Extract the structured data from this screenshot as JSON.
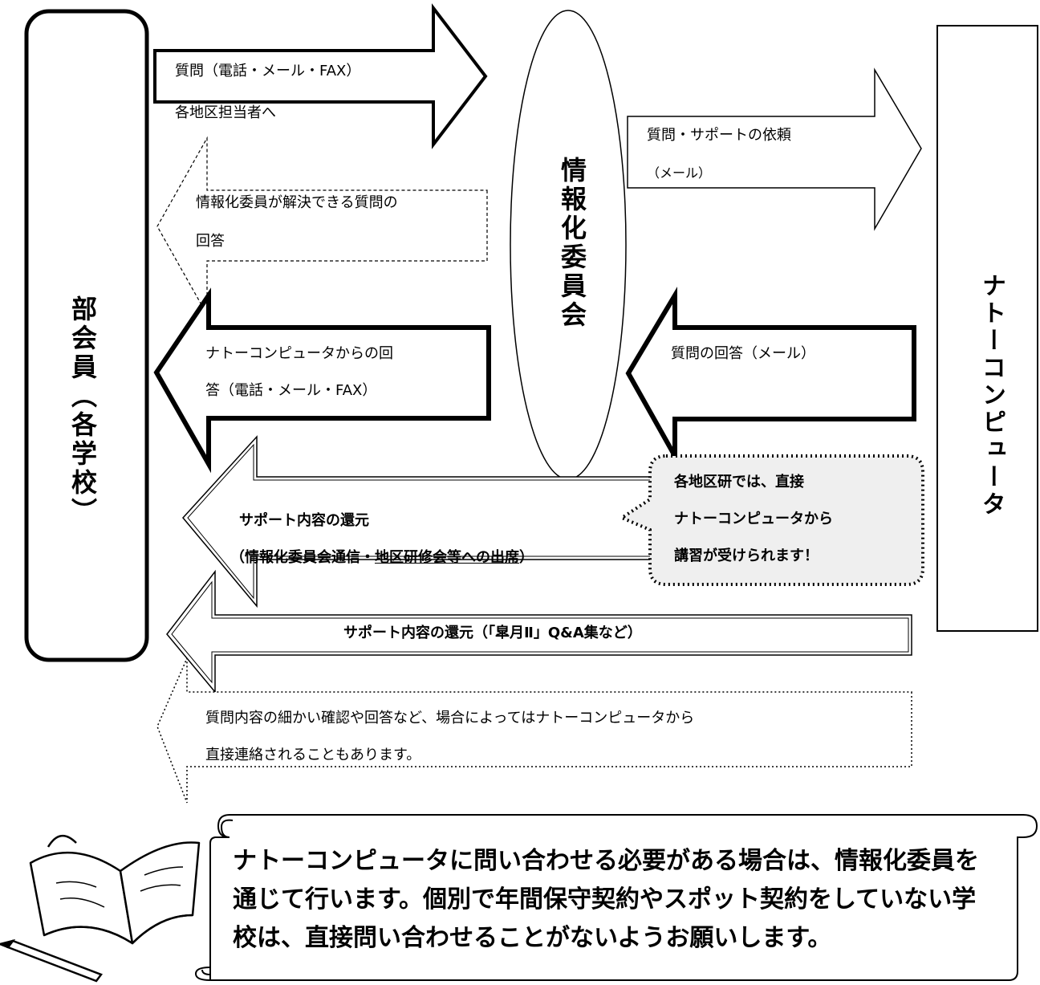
{
  "members_box": "部会員（各学校）",
  "committee_label": "情報化委員会",
  "nato_box": "ナトーコンピュータ",
  "arrows": {
    "question": {
      "line1": "質問（電話・メール・FAX）",
      "line2": "各地区担当者へ"
    },
    "committee_answer": {
      "line1": "情報化委員が解決できる質問の",
      "line2": "回答"
    },
    "support_request": {
      "line1": "質問・サポートの依頼",
      "line2": "（メール）"
    },
    "nato_answer_to_members": {
      "line1": "ナトーコンピュータからの回",
      "line2": "答（電話・メール・FAX）"
    },
    "nato_answer_to_committee": {
      "line1": "質問の回答（メール）"
    },
    "support_return_1": {
      "line1": "サポート内容の還元",
      "line2_prefix": "（情報化委員会通信・",
      "line2_underlined": "地区研修会等への出席",
      "line2_suffix": "）"
    },
    "support_return_2": {
      "line1": "サポート内容の還元（「皐月Ⅱ」Q&A集など）"
    },
    "direct_contact": {
      "line1": "質問内容の細かい確認や回答など、場合によってはナトーコンピュータから",
      "line2": "直接連絡されることもあります。"
    }
  },
  "callout": {
    "line1": "各地区研では、直接",
    "line2": "ナトーコンピュータから",
    "line3": "講習が受けられます！"
  },
  "scroll_note": {
    "line1": "ナトーコンピュータに問い合わせる必要がある場合は、情報化委員を",
    "line2": "通じて行います。個別で年間保守契約やスポット契約をしていない学",
    "line3": "校は、直接問い合わせることがないようお願いします。"
  },
  "icons": [
    "open-book-icon",
    "pen-icon"
  ]
}
